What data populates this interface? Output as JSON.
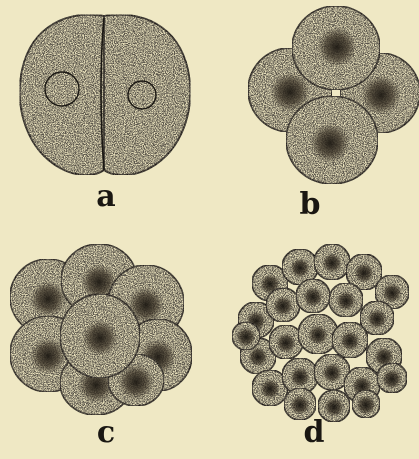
{
  "labels": {
    "a": "a",
    "b": "b",
    "c": "c",
    "d": "d"
  },
  "colors": {
    "paper": "#efe8c4",
    "cell_fill": "#eae2bd",
    "ink": "#1a1712",
    "nucleus_dark": "#2a241c"
  }
}
